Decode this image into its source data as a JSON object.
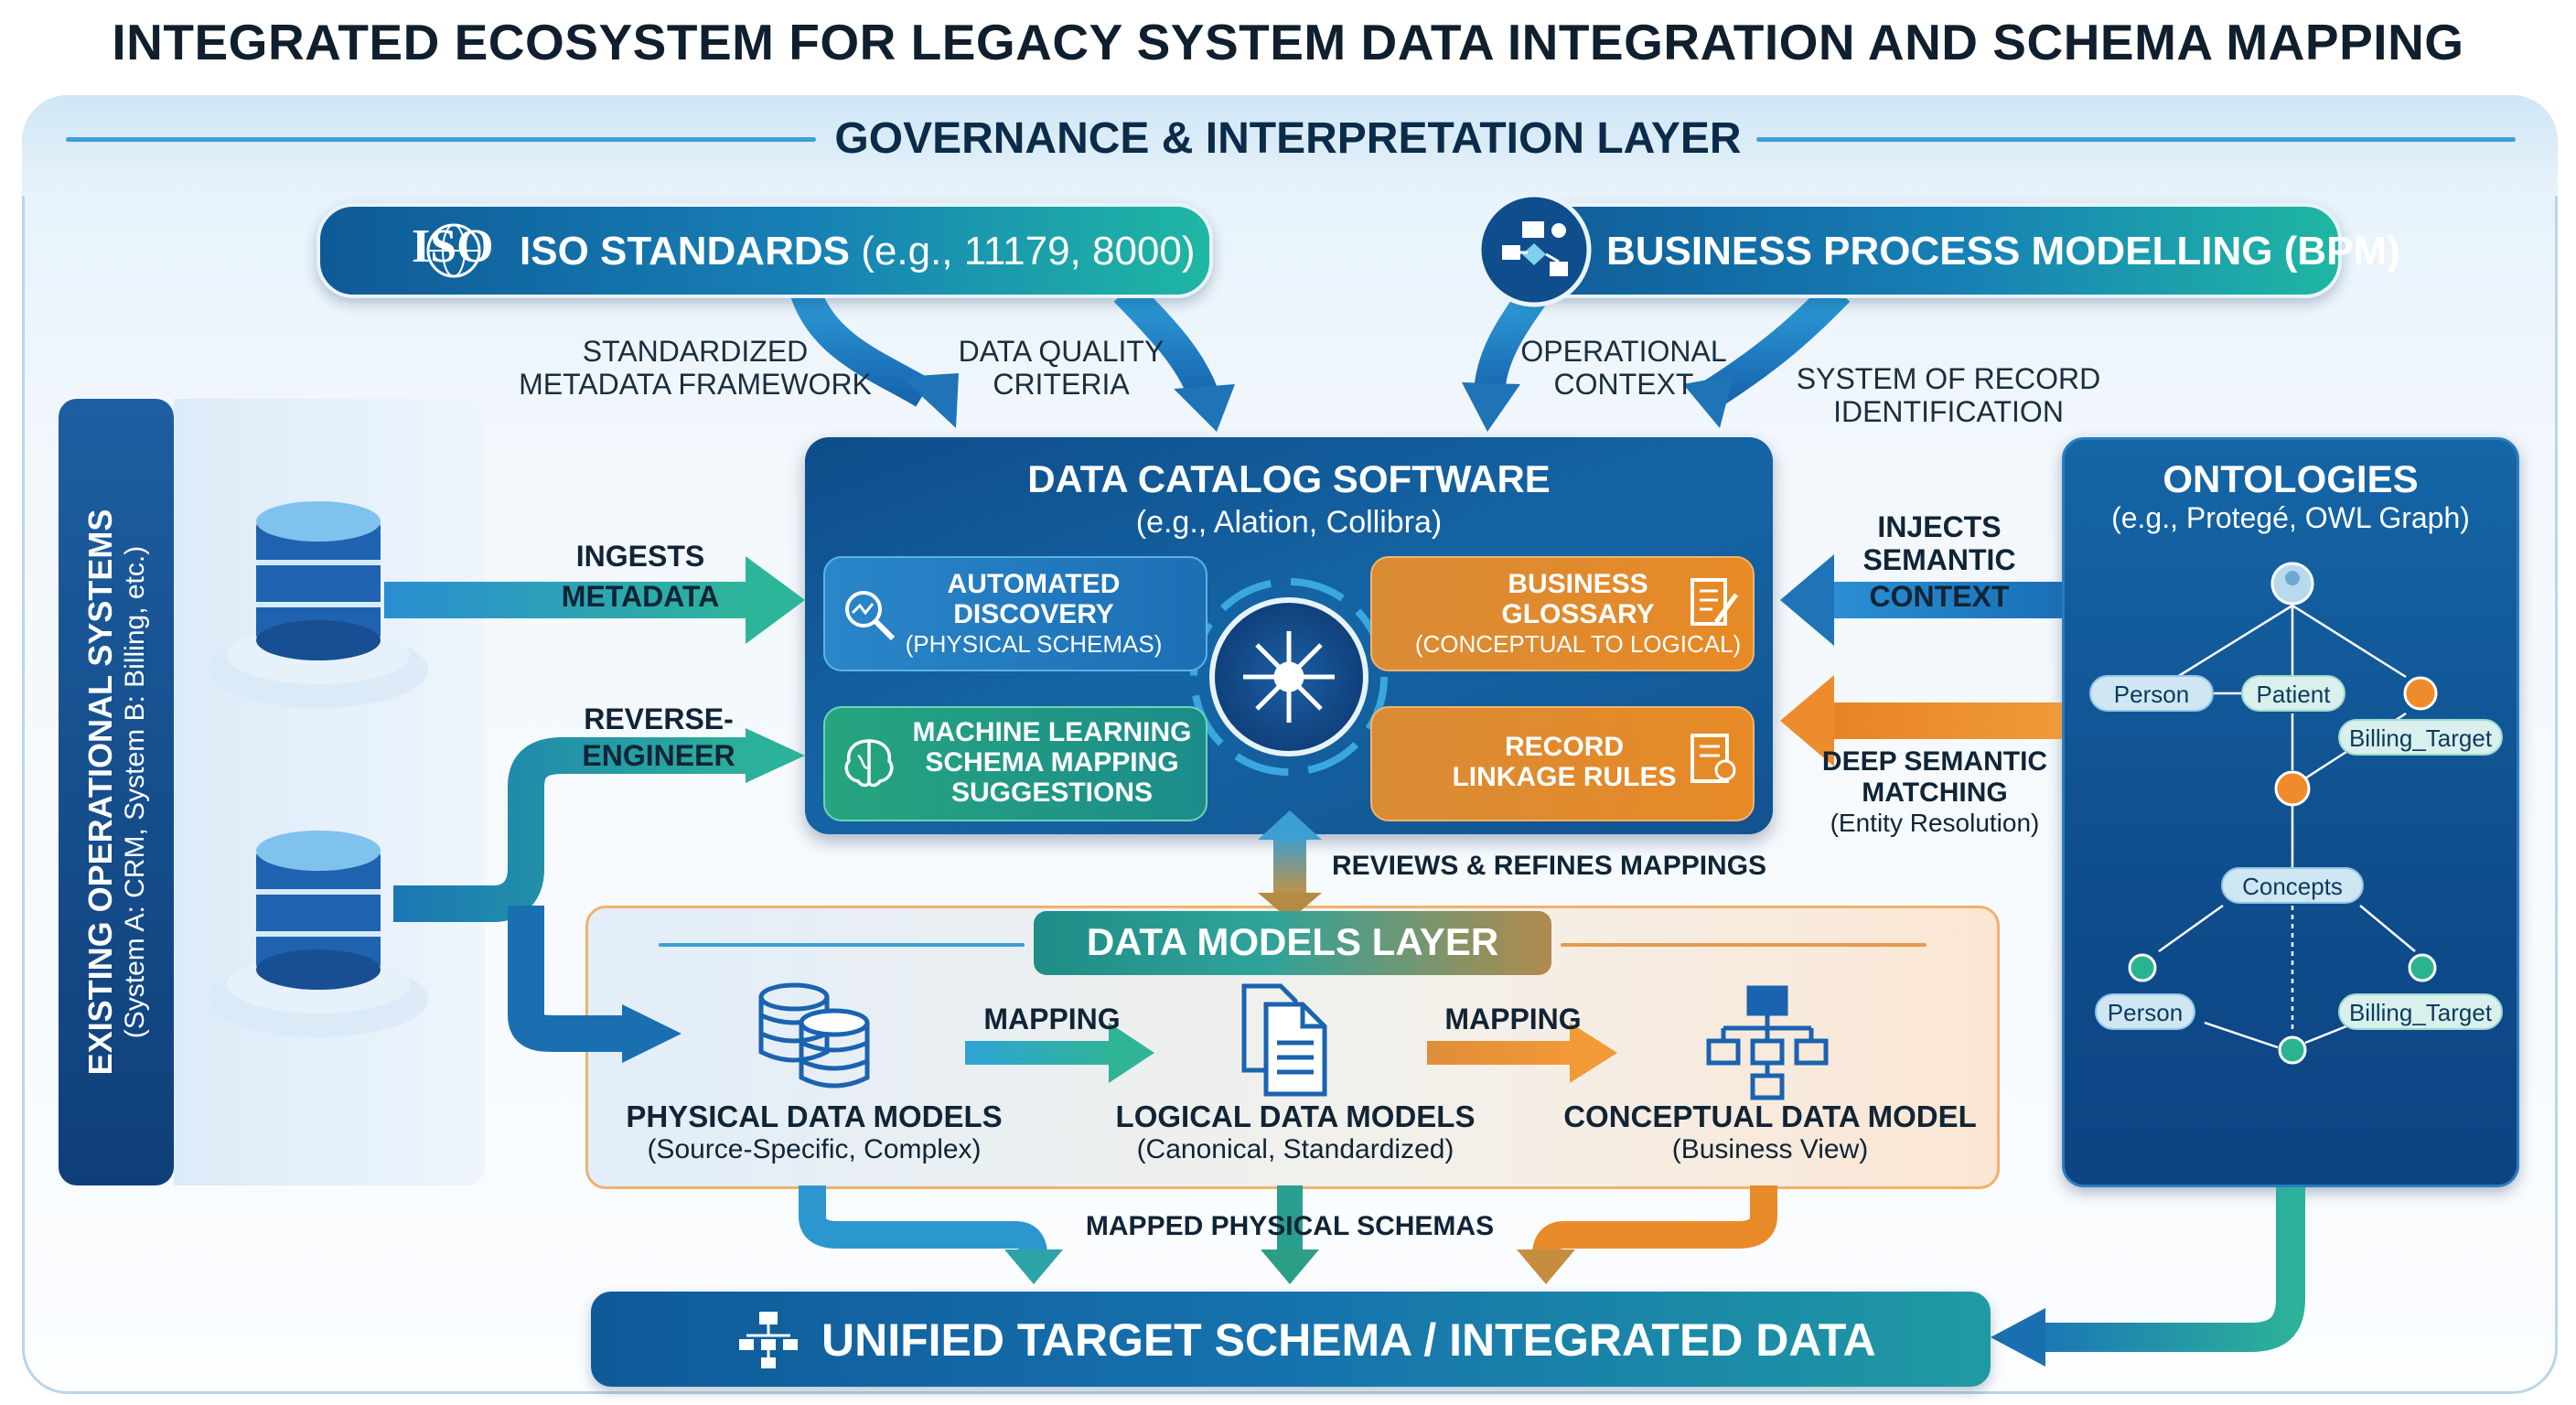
{
  "title": "INTEGRATED ECOSYSTEM FOR LEGACY SYSTEM DATA INTEGRATION AND SCHEMA MAPPING",
  "governance": {
    "title": "GOVERNANCE & INTERPRETATION LAYER",
    "iso": {
      "logo": "ISO",
      "label": "ISO STANDARDS",
      "example": "(e.g., 11179, 8000)"
    },
    "bpm": {
      "label": "BUSINESS PROCESS MODELLING (BPM)"
    },
    "arrow_labels": {
      "standardized_1": "STANDARDIZED",
      "standardized_2": "METADATA FRAMEWORK",
      "quality_1": "DATA QUALITY",
      "quality_2": "CRITERIA",
      "operational_1": "OPERATIONAL",
      "operational_2": "CONTEXT",
      "sor_1": "SYSTEM OF RECORD",
      "sor_2": "IDENTIFICATION"
    }
  },
  "catalog": {
    "title": "DATA CATALOG SOFTWARE",
    "example": "(e.g., Alation, Collibra)",
    "cards": {
      "discovery": {
        "line1": "AUTOMATED",
        "line2": "DISCOVERY",
        "sub": "(PHYSICAL SCHEMAS)"
      },
      "glossary": {
        "line1": "BUSINESS",
        "line2": "GLOSSARY",
        "sub": "(CONCEPTUAL TO LOGICAL)"
      },
      "ml": {
        "line1": "MACHINE LEARNING",
        "line2": "SCHEMA MAPPING",
        "line3": "SUGGESTIONS"
      },
      "linkage": {
        "line1": "RECORD",
        "line2": "LINKAGE RULES"
      }
    },
    "reviews_label": "REVIEWS & REFINES MAPPINGS"
  },
  "operational": {
    "title": "EXISTING OPERATIONAL SYSTEMS",
    "subtitle": "(System A: CRM, System B: Billing, etc.)",
    "ingests_1": "INGESTS",
    "ingests_2": "METADATA",
    "reverse_1": "REVERSE-",
    "reverse_2": "ENGINEER"
  },
  "ontologies": {
    "title": "ONTOLOGIES",
    "example": "(e.g., Protegé, OWL Graph)",
    "injects_1": "INJECTS",
    "injects_2": "SEMANTIC",
    "injects_3": "CONTEXT",
    "deep_1": "DEEP SEMANTIC",
    "deep_2": "MATCHING",
    "deep_3": "(Entity Resolution)",
    "nodes": {
      "person_top": "Person",
      "patient": "Patient",
      "billing_top": "Billing_Target",
      "concepts": "Concepts",
      "person_bottom": "Person",
      "billing_bottom": "Billing_Target"
    }
  },
  "models": {
    "title": "DATA MODELS LAYER",
    "mapping_1": "MAPPING",
    "mapping_2": "MAPPING",
    "physical": {
      "title": "PHYSICAL DATA MODELS",
      "sub": "(Source-Specific, Complex)"
    },
    "logical": {
      "title": "LOGICAL DATA MODELS",
      "sub": "(Canonical, Standardized)"
    },
    "conceptual": {
      "title": "CONCEPTUAL DATA MODEL",
      "sub": "(Business View)"
    },
    "mapped_label": "MAPPED PHYSICAL SCHEMAS"
  },
  "target": {
    "label": "UNIFIED TARGET SCHEMA / INTEGRATED DATA"
  },
  "colors": {
    "navy": "#0f4d8c",
    "teal": "#1fb7a3",
    "blue": "#2a86c9",
    "green": "#26a57f",
    "orange": "#e78a26"
  }
}
